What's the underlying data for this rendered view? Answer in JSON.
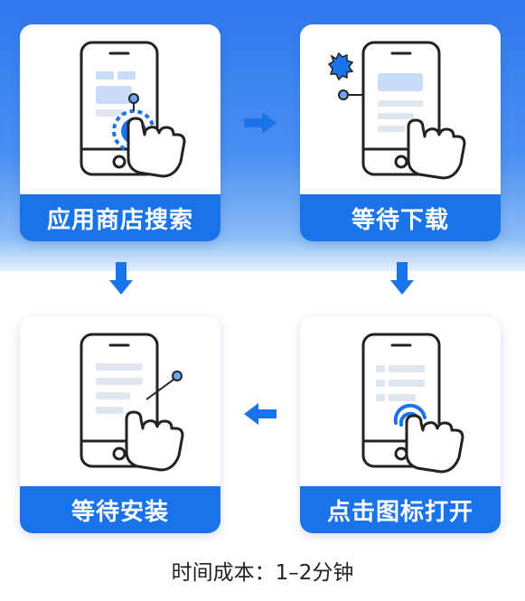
{
  "steps": [
    {
      "label": "应用商店搜索"
    },
    {
      "label": "等待下载"
    },
    {
      "label": "点击图标打开"
    },
    {
      "label": "等待安装"
    }
  ],
  "footer": {
    "text": "时间成本：1–2分钟"
  },
  "icons": {
    "step1": "phone-tap-gear-icon",
    "step2": "phone-download-icon",
    "step3": "phone-tap-icon",
    "step4": "phone-install-icon"
  },
  "colors": {
    "accent": "#1a73e8",
    "background_top": "#2f78ee"
  }
}
